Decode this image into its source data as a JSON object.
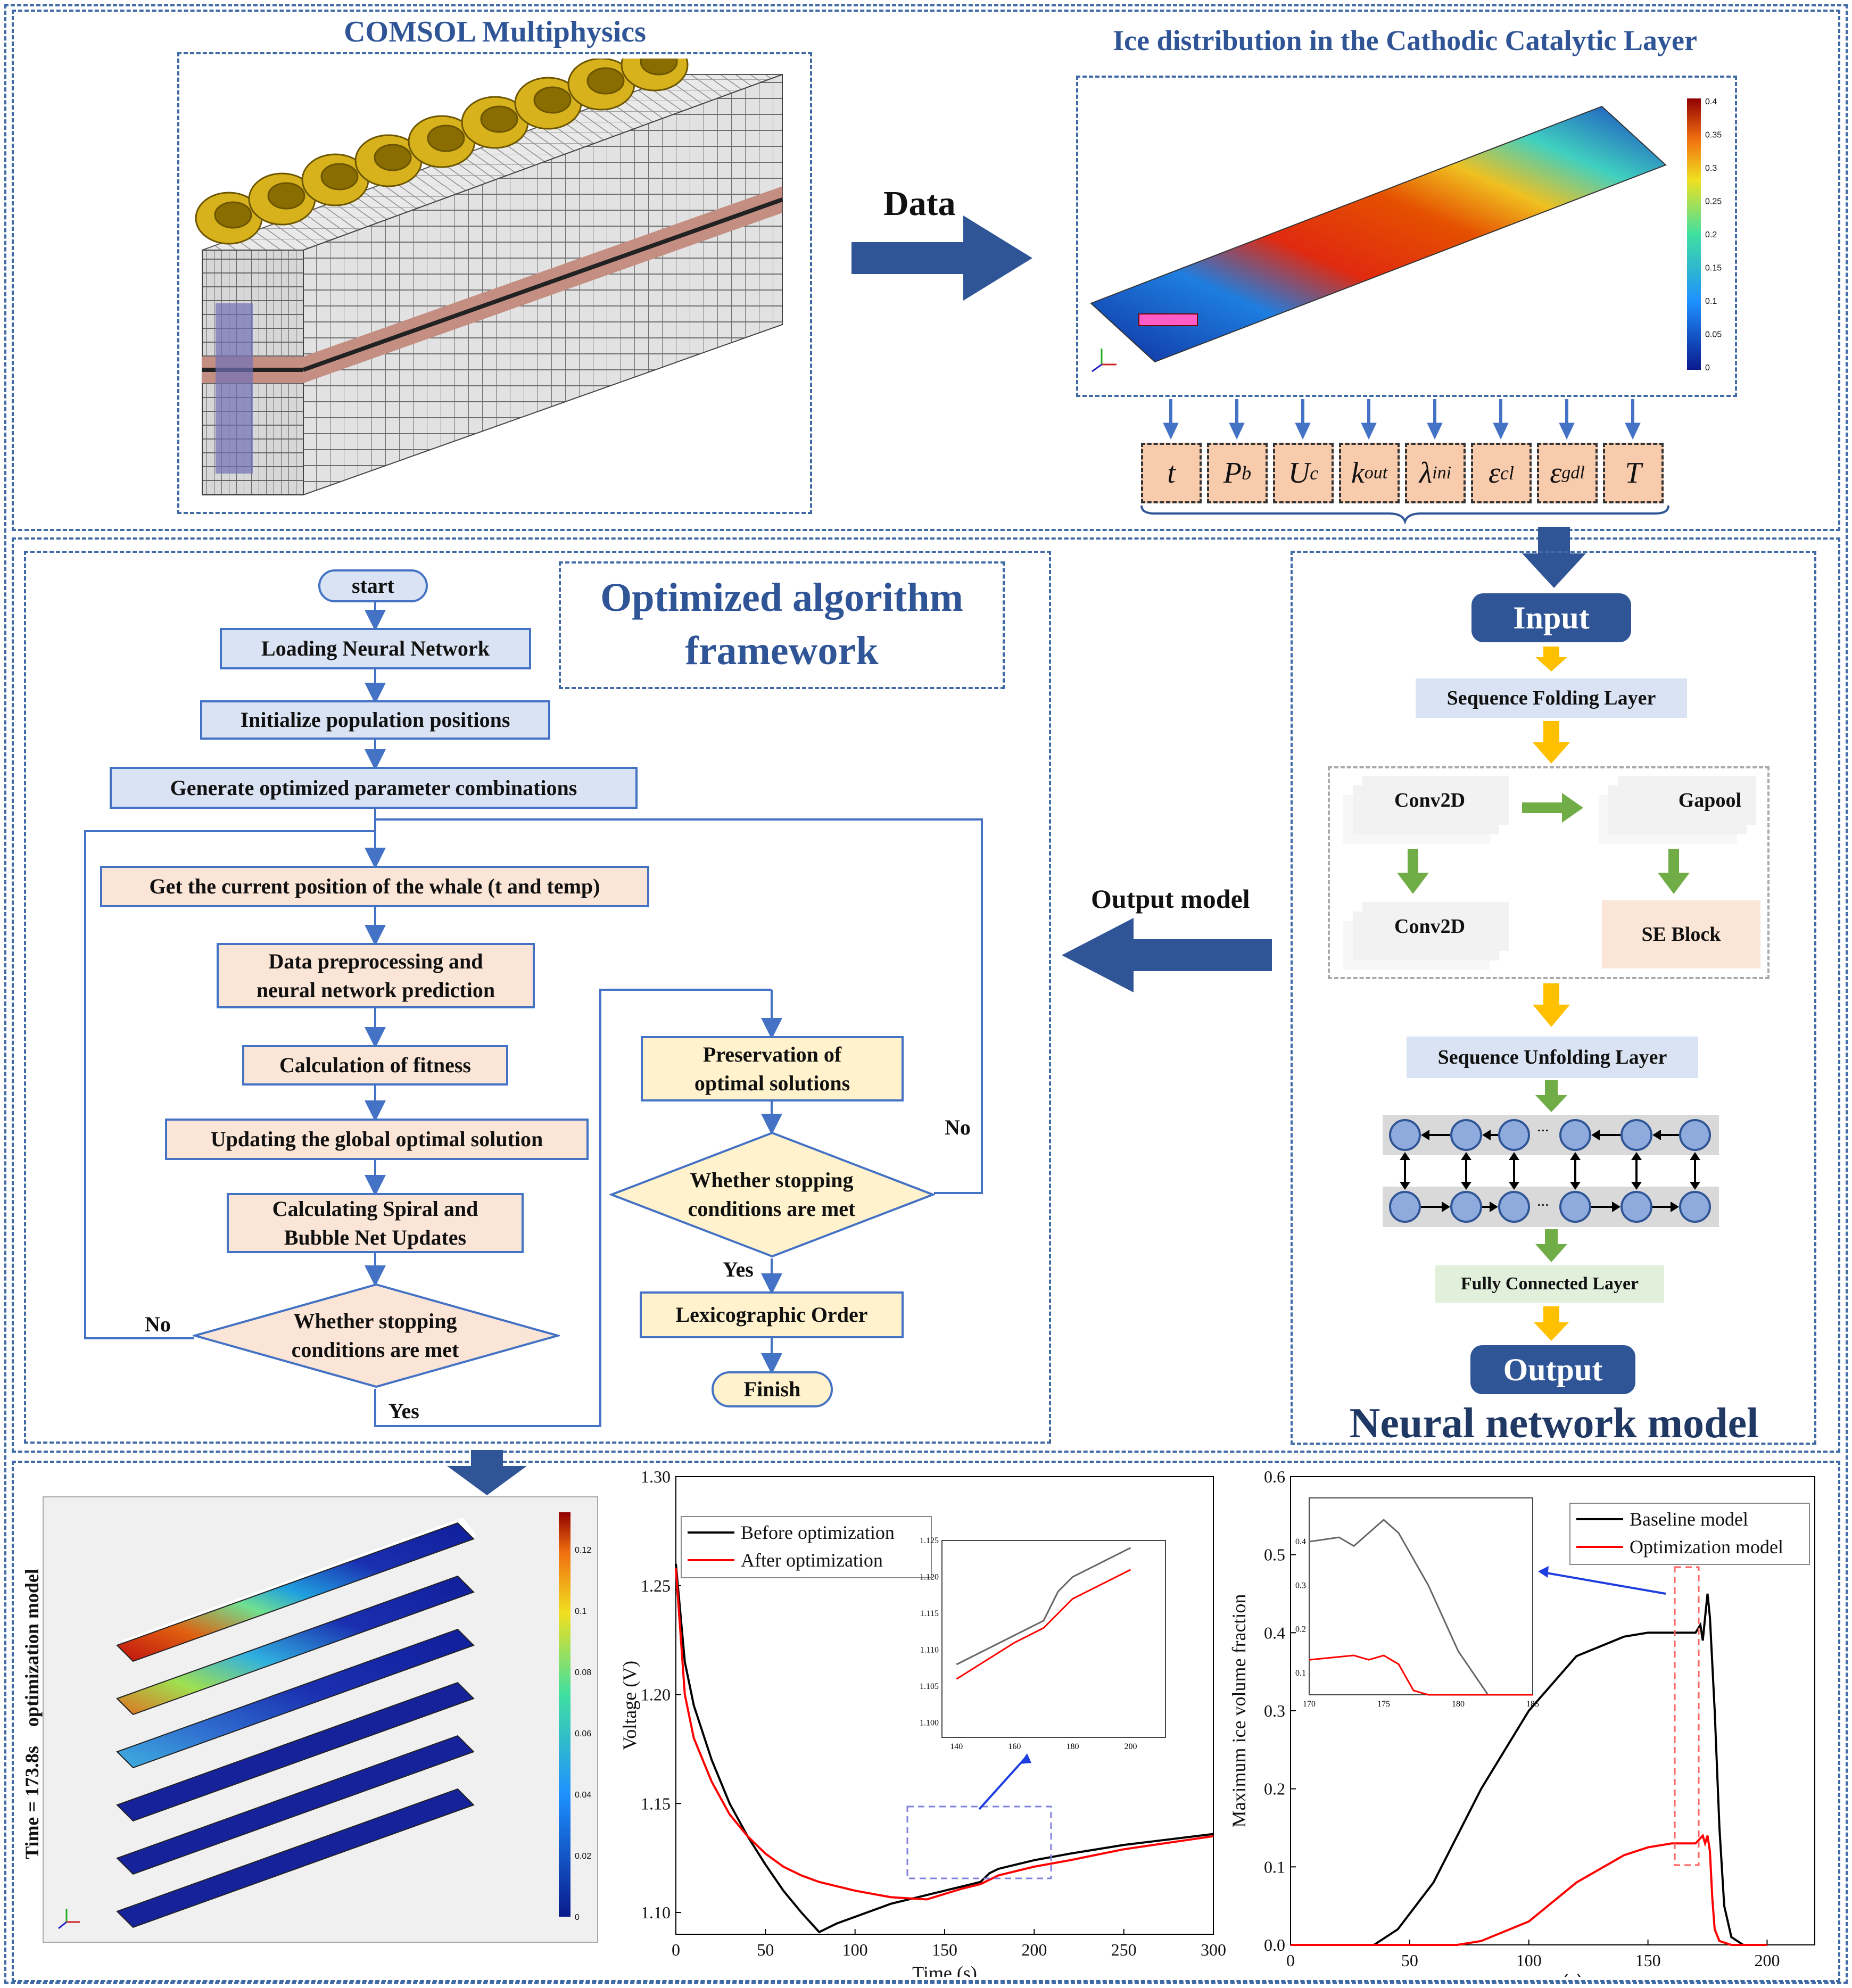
{
  "top": {
    "comsol_title": "COMSOL Multiphysics",
    "data_label": "Data",
    "ice_title": "Ice distribution in the Cathodic Catalytic  Layer",
    "colorbar_ticks": [
      "0.4",
      "0.35",
      "0.3",
      "0.25",
      "0.2",
      "0.15",
      "0.1",
      "0.05",
      "0"
    ],
    "params": [
      "t",
      "P",
      "b",
      "U",
      "c",
      "k",
      "out",
      "λ",
      "ini",
      "ε",
      "cl",
      "ε",
      "gdl",
      "T"
    ]
  },
  "algorithm": {
    "title_line1": "Optimized  algorithm",
    "title_line2": "framework",
    "start": "start",
    "load_nn": "Loading Neural Network",
    "init_pop": "Initialize population positions",
    "gen_params": "Generate optimized parameter combinations",
    "get_pos": "Get the current position of the whale (t and temp)",
    "preprocess": "Data preprocessing and\nneural network prediction",
    "fitness": "Calculation of fitness",
    "update_global": "Updating the global optimal solution",
    "spiral": "Calculating Spiral and\nBubble Net Updates",
    "stop1": "Whether stopping\nconditions are met",
    "no1": "No",
    "yes1": "Yes",
    "preserve": "Preservation of\noptimal solutions",
    "stop2": "Whether stopping\nconditions are met",
    "no2": "No",
    "yes2": "Yes",
    "lexi": "Lexicographic Order",
    "finish": "Finish"
  },
  "output_model_label": "Output model",
  "nn": {
    "input": "Input",
    "seq_fold": "Sequence Folding Layer",
    "conv1": "Conv2D",
    "gapool": "Gapool",
    "conv2": "Conv2D",
    "se": "SE Block",
    "seq_unfold": "Sequence Unfolding Layer",
    "ellipsis": "...",
    "fc": "Fully Connected Layer",
    "output": "Output",
    "title": "Neural network model"
  },
  "bottom_left": {
    "side_label": "Time = 173.8s    optimization model",
    "colorbar_ticks": [
      "0.12",
      "0.1",
      "0.08",
      "0.06",
      "0.04",
      "0.02",
      "0"
    ]
  },
  "chart_data": [
    {
      "type": "line",
      "xlabel": "Time (s)",
      "ylabel": "Voltage (V)",
      "xlim": [
        0,
        300
      ],
      "ylim": [
        1.09,
        1.3
      ],
      "xticks": [
        "0",
        "50",
        "100",
        "150",
        "200",
        "250",
        "300"
      ],
      "yticks": [
        "1.10",
        "1.15",
        "1.20",
        "1.25",
        "1.30"
      ],
      "legend_position": "top-left",
      "series": [
        {
          "name": "Before optimization",
          "color": "#000000",
          "x": [
            0,
            5,
            10,
            20,
            30,
            40,
            50,
            60,
            70,
            80,
            90,
            100,
            120,
            140,
            160,
            170,
            175,
            180,
            200,
            220,
            250,
            300
          ],
          "y": [
            1.26,
            1.215,
            1.195,
            1.17,
            1.15,
            1.135,
            1.122,
            1.11,
            1.1,
            1.091,
            1.095,
            1.098,
            1.104,
            1.108,
            1.112,
            1.114,
            1.118,
            1.12,
            1.124,
            1.127,
            1.131,
            1.136
          ]
        },
        {
          "name": "After optimization",
          "color": "#ff0000",
          "x": [
            0,
            5,
            10,
            20,
            30,
            40,
            50,
            60,
            70,
            80,
            90,
            100,
            120,
            140,
            160,
            170,
            175,
            180,
            200,
            220,
            250,
            300
          ],
          "y": [
            1.258,
            1.2,
            1.18,
            1.16,
            1.145,
            1.135,
            1.127,
            1.121,
            1.117,
            1.114,
            1.112,
            1.11,
            1.107,
            1.106,
            1.111,
            1.113,
            1.115,
            1.117,
            1.121,
            1.124,
            1.129,
            1.135
          ]
        }
      ],
      "inset": {
        "xlim": [
          135,
          212
        ],
        "ylim": [
          1.098,
          1.125
        ],
        "xticks": [
          "140",
          "160",
          "180",
          "200"
        ],
        "yticks": [
          "1.100",
          "1.105",
          "1.110",
          "1.115",
          "1.120",
          "1.125"
        ]
      }
    },
    {
      "type": "line",
      "xlabel": "Time（s）",
      "ylabel": "Maximum ice volume fraction",
      "xlim": [
        0,
        220
      ],
      "ylim": [
        0,
        0.6
      ],
      "xticks": [
        "0",
        "50",
        "100",
        "150",
        "200"
      ],
      "yticks": [
        "0.0",
        "0.1",
        "0.2",
        "0.3",
        "0.4",
        "0.5",
        "0.6"
      ],
      "legend_position": "top-right",
      "series": [
        {
          "name": "Baseline model",
          "color": "#000000",
          "x": [
            0,
            35,
            45,
            60,
            80,
            100,
            120,
            140,
            150,
            160,
            165,
            170,
            172,
            173,
            174,
            175,
            176,
            178,
            180,
            182,
            185,
            190,
            200
          ],
          "y": [
            0,
            0,
            0.02,
            0.08,
            0.2,
            0.3,
            0.37,
            0.395,
            0.4,
            0.4,
            0.4,
            0.4,
            0.41,
            0.39,
            0.42,
            0.45,
            0.42,
            0.3,
            0.15,
            0.05,
            0.01,
            0,
            0
          ]
        },
        {
          "name": "Optimization model",
          "color": "#ff0000",
          "x": [
            0,
            70,
            80,
            100,
            120,
            140,
            150,
            160,
            165,
            170,
            173,
            174,
            175,
            176,
            177,
            178,
            180,
            185,
            200
          ],
          "y": [
            0,
            0,
            0.005,
            0.03,
            0.08,
            0.115,
            0.125,
            0.13,
            0.13,
            0.13,
            0.14,
            0.13,
            0.14,
            0.12,
            0.06,
            0.02,
            0.005,
            0,
            0
          ]
        }
      ],
      "inset": {
        "xlim": [
          170,
          185
        ],
        "ylim": [
          0.05,
          0.5
        ],
        "xticks": [
          "170",
          "175",
          "180",
          "185"
        ],
        "yticks": [
          "0.1",
          "0.2",
          "0.3",
          "0.4"
        ]
      }
    }
  ]
}
